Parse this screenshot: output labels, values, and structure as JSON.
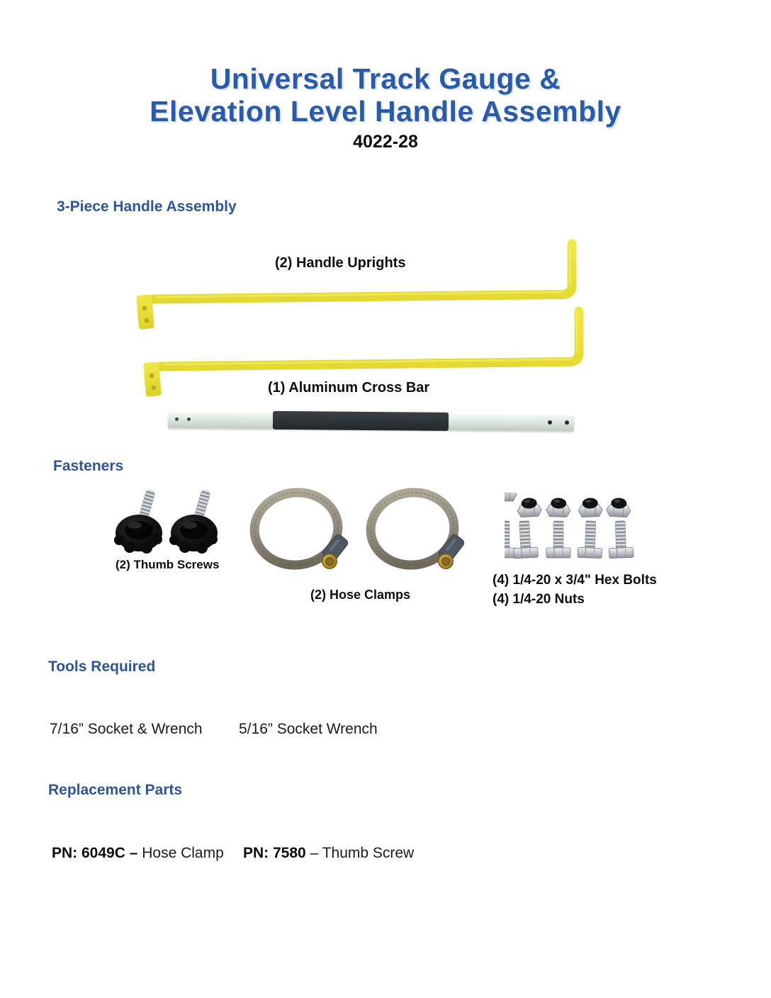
{
  "title": {
    "line1": "Universal Track Gauge &",
    "line2": "Elevation Level Handle Assembly",
    "part_number": "4022-28"
  },
  "handle_assembly": {
    "heading": "3-Piece Handle Assembly",
    "uprights_label": "(2) Handle Uprights",
    "crossbar_label": "(1) Aluminum Cross Bar"
  },
  "fasteners": {
    "heading": "Fasteners",
    "thumb_screws_label": "(2) Thumb Screws",
    "hose_clamps_label": "(2) Hose Clamps",
    "hex_bolts_label": "(4) 1/4-20 x 3/4\" Hex Bolts",
    "nuts_label": "(4) 1/4-20 Nuts"
  },
  "tools": {
    "heading": "Tools Required",
    "items": [
      "7/16” Socket & Wrench",
      "5/16” Socket Wrench"
    ]
  },
  "replacement_parts": {
    "heading": "Replacement Parts",
    "items": [
      {
        "bold": "PN: 6049C –",
        "regular": " Hose Clamp"
      },
      {
        "bold": "PN: 7580",
        "regular": " – Thumb Screw"
      }
    ]
  },
  "colors": {
    "title_blue": "#2B5AA7",
    "heading_blue": "#2E5597",
    "handle_yellow": "#E9DF38",
    "grip_dark": "#23282b",
    "brass": "#B28C2E"
  }
}
